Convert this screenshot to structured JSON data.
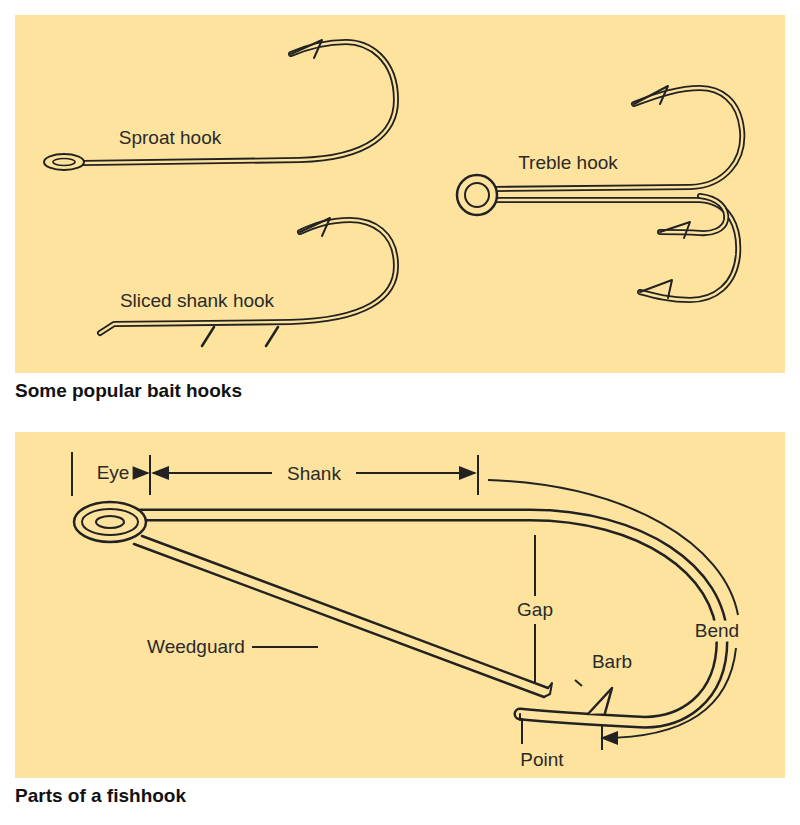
{
  "diagram": {
    "labels": [
      "Sproat hook",
      "Treble hook",
      "Sliced shank hook",
      "Some popular bait hooks",
      "Eye",
      "Shank",
      "Gap",
      "Weedguard",
      "Bend",
      "Barb",
      "Point",
      "Parts of a fishhook"
    ]
  }
}
